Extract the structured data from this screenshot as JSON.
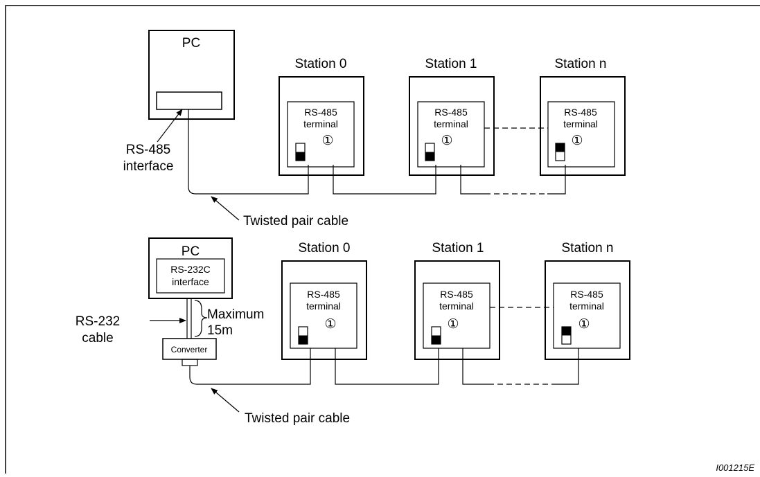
{
  "figure_code": "I001215E",
  "top": {
    "pc_label": "PC",
    "interface_label_line1": "RS-485",
    "interface_label_line2": "interface",
    "cable_label": "Twisted pair cable",
    "stations": [
      {
        "name": "Station 0",
        "terminal_line1": "RS-485",
        "terminal_line2": "terminal",
        "marker": "①"
      },
      {
        "name": "Station 1",
        "terminal_line1": "RS-485",
        "terminal_line2": "terminal",
        "marker": "①"
      },
      {
        "name": "Station n",
        "terminal_line1": "RS-485",
        "terminal_line2": "terminal",
        "marker": "①"
      }
    ]
  },
  "bottom": {
    "pc_label": "PC",
    "pc_interface_line1": "RS-232C",
    "pc_interface_line2": "interface",
    "cable232_line1": "RS-232",
    "cable232_line2": "cable",
    "max_line1": "Maximum",
    "max_line2": "15m",
    "converter_label": "Converter",
    "cable_label": "Twisted pair cable",
    "stations": [
      {
        "name": "Station 0",
        "terminal_line1": "RS-485",
        "terminal_line2": "terminal",
        "marker": "①"
      },
      {
        "name": "Station 1",
        "terminal_line1": "RS-485",
        "terminal_line2": "terminal",
        "marker": "①"
      },
      {
        "name": "Station n",
        "terminal_line1": "RS-485",
        "terminal_line2": "terminal",
        "marker": "①"
      }
    ]
  }
}
